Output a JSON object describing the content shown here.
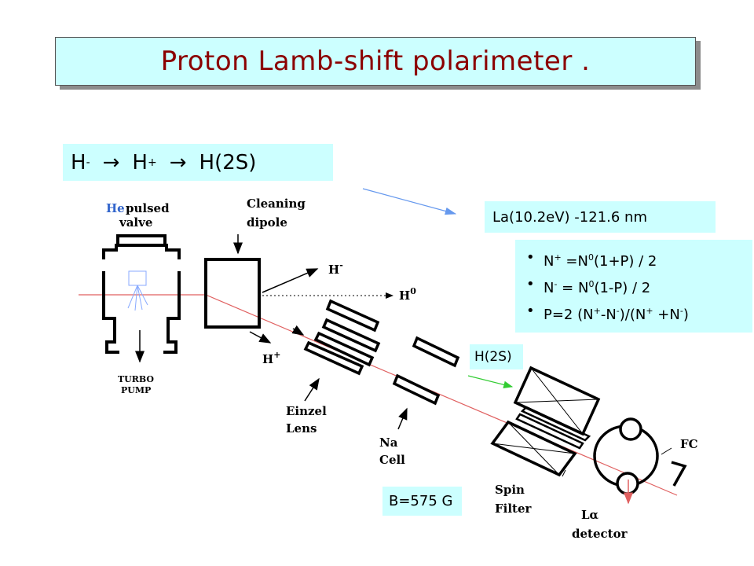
{
  "title": "Proton Lamb-shift polarimeter .",
  "chain": {
    "h_minus": "H",
    "minus_sup": "-",
    "arrow1": "→",
    "h_plus": "H",
    "plus_sup": "+",
    "arrow2": "→",
    "h2s": "H(2S)"
  },
  "lya_label": "La(10.2eV) -121.6 nm",
  "equations": [
    {
      "a": "N",
      "a_sup": "+",
      "b": " =N",
      "b_sup": "0",
      "c": "(1+P) / 2"
    },
    {
      "a": "N",
      "a_sup": "-",
      "b": " = N",
      "b_sup": "0",
      "c": "(1-P) / 2"
    },
    {
      "a": "P=2 (N",
      "a_sup": "+",
      "b": "-N",
      "b_sup": "-",
      "c": ")/(N",
      "c_sup": "+",
      "d": " +N",
      "d_sup": "-",
      "e": ")"
    }
  ],
  "h2s_label": "H(2S)",
  "b_label": "B=575 G",
  "diagram": {
    "he": "He",
    "pulsed": "pulsed",
    "valve": "valve",
    "turbo": "TURBO",
    "pump": "PUMP",
    "cleaning": "Cleaning",
    "dipole": "dipole",
    "hminus": "H",
    "hminus_sup": "-",
    "h0": "H",
    "h0_sup": "0",
    "hplus": "H",
    "hplus_sup": "+",
    "einzel": "Einzel",
    "lens": "Lens",
    "na": "Na",
    "cell": "Cell",
    "spin": "Spin",
    "filter": "Filter",
    "fc": "FC",
    "la": "Lα",
    "detector": "detector"
  },
  "colors": {
    "title_bg": "#ccffff",
    "title_text": "#8b0000",
    "box_bg": "#ccffff",
    "beam": "#e06060",
    "blue_arrow": "#6699ee",
    "green_arrow": "#33cc33"
  }
}
